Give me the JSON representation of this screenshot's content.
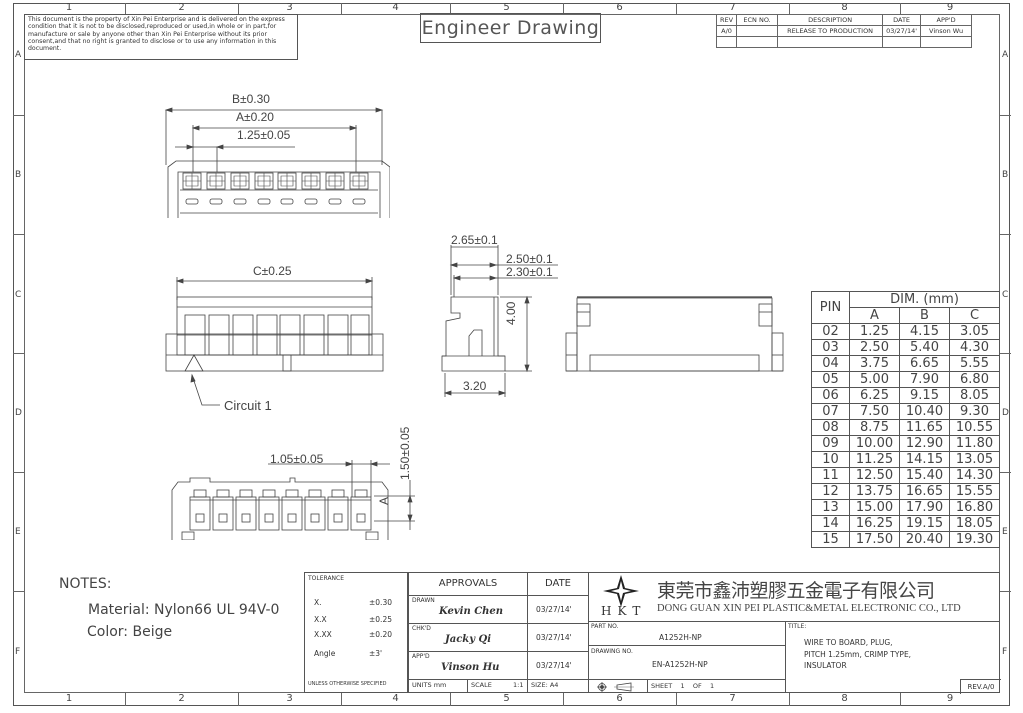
{
  "frame": {
    "columns": [
      "1",
      "2",
      "3",
      "4",
      "5",
      "6",
      "7",
      "8",
      "9"
    ],
    "rows": [
      "A",
      "B",
      "C",
      "D",
      "E",
      "F"
    ]
  },
  "notice": "This document is the property of Xin Pei Enterprise and is delivered on the express condition that it is not to be disclosed,reproduced or used,in whole or in part,for manufacture or sale by anyone other than Xin Pei Enterprise without its prior consent,and that no right is granted to disclose or to use any information in this document.",
  "title": "Engineer Drawing",
  "revision_table": {
    "headers": [
      "REV",
      "ECN NO.",
      "DESCRIPTION",
      "DATE",
      "APP'D"
    ],
    "rows": [
      [
        "A/0",
        "",
        "RELEASE TO PRODUCTION",
        "03/27/14'",
        "Vinson Wu"
      ]
    ]
  },
  "dimensions": {
    "top_view": {
      "b": "B±0.30",
      "a": "A±0.20",
      "pitch": "1.25±0.05"
    },
    "front_view": {
      "c": "C±0.25",
      "circuit": "Circuit 1"
    },
    "side_view": {
      "d1": "2.65±0.1",
      "d2": "2.50±0.1",
      "d3": "2.30±0.1",
      "height": "4.00",
      "base": "3.20"
    },
    "bottom_view": {
      "width": "1.05±0.05",
      "height": "1.50±0.05",
      "marker": "A"
    }
  },
  "dim_table": {
    "pin_header": "PIN",
    "dim_header": "DIM. (mm)",
    "cols": [
      "A",
      "B",
      "C"
    ],
    "rows": [
      [
        "02",
        "1.25",
        "4.15",
        "3.05"
      ],
      [
        "03",
        "2.50",
        "5.40",
        "4.30"
      ],
      [
        "04",
        "3.75",
        "6.65",
        "5.55"
      ],
      [
        "05",
        "5.00",
        "7.90",
        "6.80"
      ],
      [
        "06",
        "6.25",
        "9.15",
        "8.05"
      ],
      [
        "07",
        "7.50",
        "10.40",
        "9.30"
      ],
      [
        "08",
        "8.75",
        "11.65",
        "10.55"
      ],
      [
        "09",
        "10.00",
        "12.90",
        "11.80"
      ],
      [
        "10",
        "11.25",
        "14.15",
        "13.05"
      ],
      [
        "11",
        "12.50",
        "15.40",
        "14.30"
      ],
      [
        "12",
        "13.75",
        "16.65",
        "15.55"
      ],
      [
        "13",
        "15.00",
        "17.90",
        "16.80"
      ],
      [
        "14",
        "16.25",
        "19.15",
        "18.05"
      ],
      [
        "15",
        "17.50",
        "20.40",
        "19.30"
      ]
    ]
  },
  "notes": {
    "heading": "NOTES:",
    "material": "Material: Nylon66 UL 94V-0",
    "color": "Color: Beige"
  },
  "title_block": {
    "tolerance": {
      "label": "TOLERANCE",
      "rows": [
        [
          "X.",
          "±0.30"
        ],
        [
          "X.X",
          "±0.25"
        ],
        [
          "X.XX",
          "±0.20"
        ],
        [
          "Angle",
          "±3'"
        ]
      ],
      "footer": "UNLESS OTHERWISE SPECIFIED"
    },
    "approvals": {
      "header": "APPROVALS",
      "date_header": "DATE",
      "rows": [
        {
          "role": "DRAWN",
          "name": "Kevin Chen",
          "date": "03/27/14'"
        },
        {
          "role": "CHK'D",
          "name": "Jacky Qi",
          "date": "03/27/14'"
        },
        {
          "role": "APP'D",
          "name": "Vinson Hu",
          "date": "03/27/14'"
        }
      ],
      "units": "UNITS mm",
      "scale_label": "SCALE",
      "scale": "1:1",
      "size": "SIZE: A4"
    },
    "company": {
      "logo_text": "HKT",
      "name_cn": "東莞市鑫沛塑膠五金電子有限公司",
      "name_en": "DONG GUAN XIN PEI PLASTIC&METAL ELECTRONIC CO., LTD"
    },
    "part_no_label": "PART NO.",
    "part_no": "A1252H-NP",
    "drawing_no_label": "DRAWING NO.",
    "drawing_no": "EN-A1252H-NP",
    "title_label": "TITLE:",
    "title_lines": [
      "WIRE TO BOARD, PLUG,",
      "PITCH 1.25mm, CRIMP TYPE,",
      "INSULATOR"
    ],
    "sheet": "SHEET    1    OF    1",
    "rev": "REV.A/0"
  }
}
